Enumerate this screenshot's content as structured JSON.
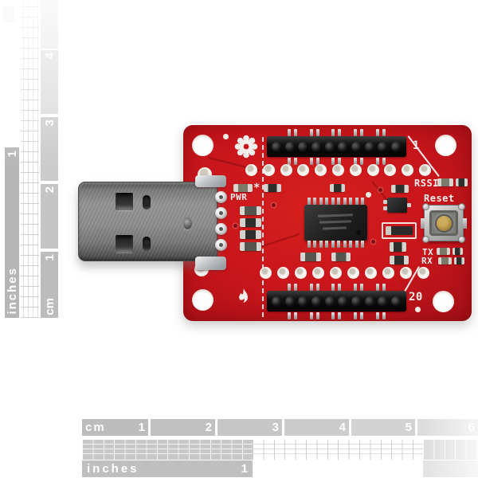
{
  "rulers": {
    "left": {
      "inches_label": "inches",
      "inch_marks": [
        "1"
      ],
      "cm_label": "cm",
      "cm_marks": [
        "1",
        "2",
        "3",
        "4"
      ]
    },
    "bottom": {
      "cm_label": "cm",
      "cm_marks": [
        "1",
        "2",
        "3",
        "4",
        "5",
        "6"
      ],
      "inches_label": "inches",
      "inch_marks": [
        "1"
      ]
    }
  },
  "board": {
    "silkscreen": {
      "pwr": "PWR",
      "pwr_star": "*",
      "rssi": "RSSI",
      "reset": "Reset",
      "tx": "TX",
      "rx": "RX",
      "pin_first": "1",
      "pin_last": "20"
    },
    "colors": {
      "pcb_red": "#c8151b",
      "pcb_dark": "#a31017",
      "silkscreen_white": "#f4efec",
      "header_black": "#141414",
      "usb_metal": "#8a8a8a",
      "reset_gold": "#9b7b33",
      "ruler_gray": "#bdbdbd"
    }
  }
}
